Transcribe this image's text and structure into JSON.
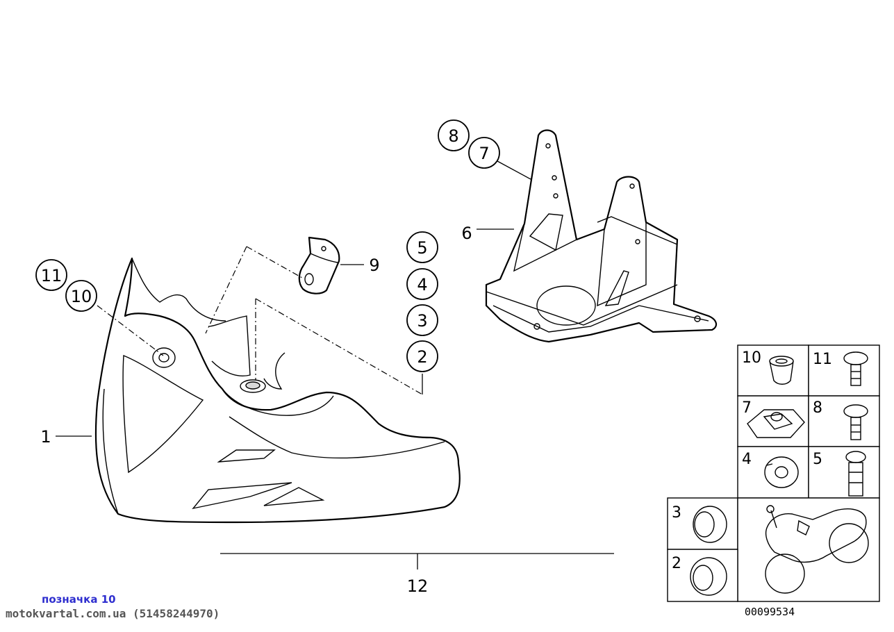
{
  "callouts": {
    "c1": "1",
    "c2": "2",
    "c3": "3",
    "c4": "4",
    "c5": "5",
    "c6": "6",
    "c7": "7",
    "c8": "8",
    "c9": "9",
    "c10": "10",
    "c11": "11",
    "c12": "12"
  },
  "legend": {
    "cells": [
      "10",
      "11",
      "7",
      "8",
      "4",
      "5",
      "3",
      "2"
    ]
  },
  "diagram_code": "00099534",
  "watermark": {
    "label": "позначка 10",
    "site": "motokvartal.com.ua (51458244970)"
  }
}
